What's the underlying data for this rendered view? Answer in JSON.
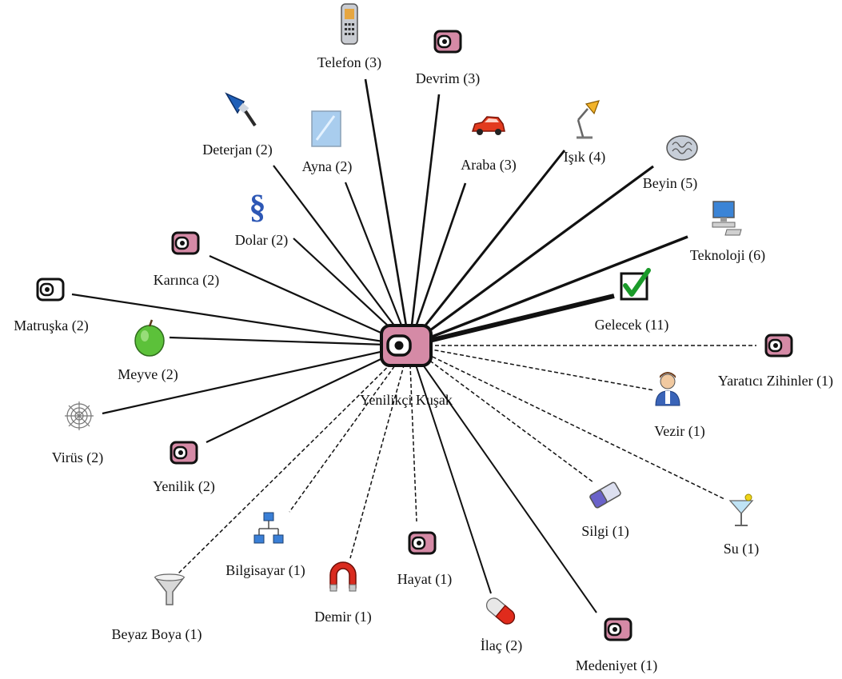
{
  "center": {
    "label": "Yenilikçi Kuşak",
    "icon": "tag-icon"
  },
  "nodes": [
    {
      "id": "telefon",
      "label": "Telefon (3)",
      "icon": "mobile-phone-icon"
    },
    {
      "id": "devrim",
      "label": "Devrim (3)",
      "icon": "tag-icon"
    },
    {
      "id": "deterjan",
      "label": "Deterjan (2)",
      "icon": "brush-icon"
    },
    {
      "id": "ayna",
      "label": "Ayna (2)",
      "icon": "mirror-icon"
    },
    {
      "id": "araba",
      "label": "Araba (3)",
      "icon": "car-icon"
    },
    {
      "id": "isik",
      "label": "Işık (4)",
      "icon": "desk-lamp-icon"
    },
    {
      "id": "beyin",
      "label": "Beyin (5)",
      "icon": "brain-icon"
    },
    {
      "id": "dolar",
      "label": "Dolar (2)",
      "icon": "section-sign-icon"
    },
    {
      "id": "teknoloji",
      "label": "Teknoloji (6)",
      "icon": "computer-icon"
    },
    {
      "id": "karinca",
      "label": "Karınca (2)",
      "icon": "tag-icon"
    },
    {
      "id": "gelecek",
      "label": "Gelecek (11)",
      "icon": "checkbox-checked-icon"
    },
    {
      "id": "matruska",
      "label": "Matruşka (2)",
      "icon": "tag-outline-icon"
    },
    {
      "id": "meyve",
      "label": "Meyve (2)",
      "icon": "apple-icon"
    },
    {
      "id": "yaratici",
      "label": "Yaratıcı Zihinler (1)",
      "icon": "tag-icon"
    },
    {
      "id": "vezir",
      "label": "Vezir (1)",
      "icon": "person-icon"
    },
    {
      "id": "virus",
      "label": "Virüs (2)",
      "icon": "spider-web-icon"
    },
    {
      "id": "yenilik",
      "label": "Yenilik (2)",
      "icon": "tag-icon"
    },
    {
      "id": "silgi",
      "label": "Silgi (1)",
      "icon": "eraser-icon"
    },
    {
      "id": "su",
      "label": "Su (1)",
      "icon": "cocktail-glass-icon"
    },
    {
      "id": "bilgisayar",
      "label": "Bilgisayar (1)",
      "icon": "network-icon"
    },
    {
      "id": "hayat",
      "label": "Hayat (1)",
      "icon": "tag-icon"
    },
    {
      "id": "demir",
      "label": "Demir (1)",
      "icon": "magnet-icon"
    },
    {
      "id": "beyazboya",
      "label": "Beyaz Boya (1)",
      "icon": "funnel-icon"
    },
    {
      "id": "ilac",
      "label": "İlaç (2)",
      "icon": "pill-icon"
    },
    {
      "id": "medeniyet",
      "label": "Medeniyet (1)",
      "icon": "tag-icon"
    }
  ]
}
